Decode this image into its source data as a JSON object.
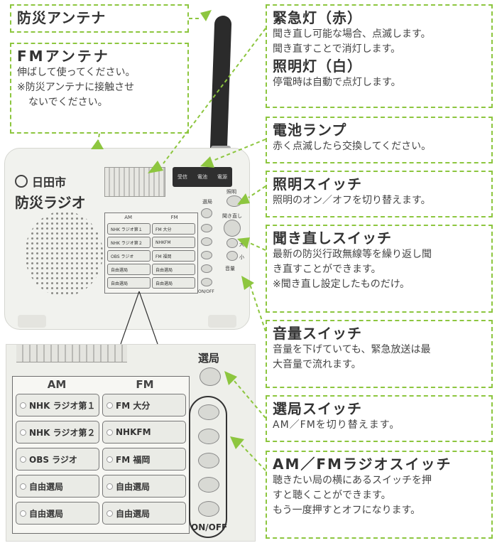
{
  "callouts": {
    "bousai_antenna": {
      "title": "防災アンテナ"
    },
    "fm_antenna": {
      "title": "FMアンテナ",
      "lines": [
        "伸ばして使ってください。",
        "※防災アンテナに接触させ",
        "ないでください。"
      ]
    },
    "emergency_light": {
      "title": "緊急灯（赤）",
      "lines": [
        "聞き直し可能な場合、点滅します。",
        "聞き直すことで消灯します。"
      ]
    },
    "lighting_light": {
      "title": "照明灯（白）",
      "lines": [
        "停電時は自動で点灯します。"
      ]
    },
    "battery_lamp": {
      "title": "電池ランプ",
      "lines": [
        "赤く点滅したら交換してください。"
      ]
    },
    "light_switch": {
      "title": "照明スイッチ",
      "lines": [
        "照明のオン／オフを切り替えます。"
      ]
    },
    "replay_switch": {
      "title": "聞き直しスイッチ",
      "lines": [
        "最新の防災行政無線等を繰り返し聞",
        "き直すことができます。",
        "※聞き直し設定したものだけ。"
      ]
    },
    "volume_switch": {
      "title": "音量スイッチ",
      "lines": [
        "音量を下げていても、緊急放送は最",
        "大音量で流れます。"
      ]
    },
    "band_switch": {
      "title": "選局スイッチ",
      "lines": [
        "AM／FMを切り替えます。"
      ]
    },
    "station_switch": {
      "title": "AM／FMラジオスイッチ",
      "lines": [
        "聴きたい局の横にあるスイッチを押",
        "すと聴くことができます。",
        "もう一度押すとオフになります。"
      ]
    }
  },
  "radio": {
    "brand_city": "日田市",
    "brand_name": "防災ラジオ",
    "indicator_labels": [
      "受信",
      "電池",
      "電源"
    ],
    "small_labels": {
      "tune": "選局",
      "light": "照明",
      "replay": "聞き直し",
      "up": "大",
      "down": "小",
      "volume": "音量",
      "onoff": "ON/OFF"
    }
  },
  "panel": {
    "tune_label": "選局",
    "onoff_label": "ON/OFF",
    "col_am": "AM",
    "col_fm": "FM",
    "rows": [
      {
        "am": "NHK ラジオ第１",
        "fm": "FM 大分"
      },
      {
        "am": "NHK ラジオ第２",
        "fm": "NHKFM"
      },
      {
        "am": "OBS ラジオ",
        "fm": "FM 福岡"
      },
      {
        "am": "自由選局",
        "fm": "自由選局"
      },
      {
        "am": "自由選局",
        "fm": "自由選局"
      }
    ]
  },
  "colors": {
    "callout_border": "#8dc63f",
    "antenna": "#2b2b2b",
    "radio_body": "#f1f2ee"
  }
}
